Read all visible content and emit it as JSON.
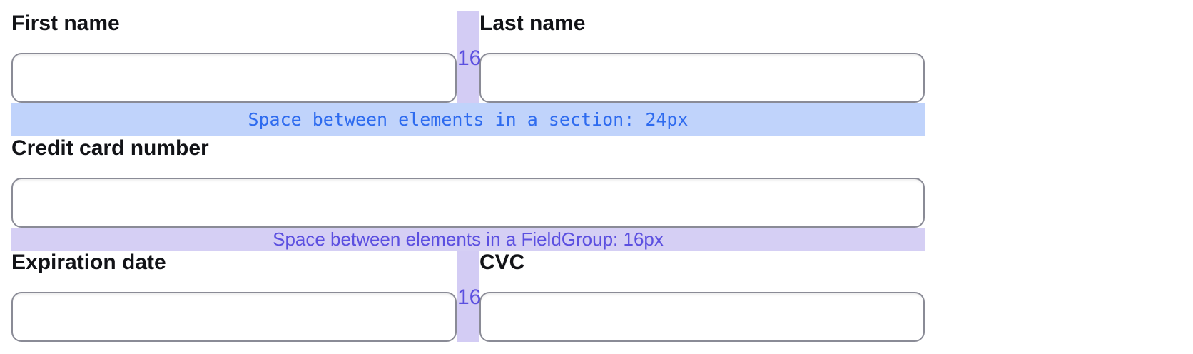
{
  "form": {
    "fields": {
      "first_name": {
        "label": "First name",
        "value": "",
        "placeholder": ""
      },
      "last_name": {
        "label": "Last name",
        "value": "",
        "placeholder": ""
      },
      "credit_card": {
        "label": "Credit card number",
        "value": "",
        "placeholder": ""
      },
      "expiration": {
        "label": "Expiration date",
        "value": "",
        "placeholder": ""
      },
      "cvc": {
        "label": "CVC",
        "value": "",
        "placeholder": ""
      }
    }
  },
  "annotations": {
    "section_gap": {
      "text": "Space between elements in a section: 24px",
      "band_color": "#c0d3fb",
      "text_color": "#2e6bef"
    },
    "fieldgroup_gap": {
      "text": "Space between elements in a FieldGroup: 16px",
      "band_color": "#d5cff4",
      "text_color": "#5b4fe0"
    },
    "column_gap": {
      "value": "16",
      "strip_color": "#d3ccf4",
      "text_color": "#5b4fe0"
    }
  }
}
